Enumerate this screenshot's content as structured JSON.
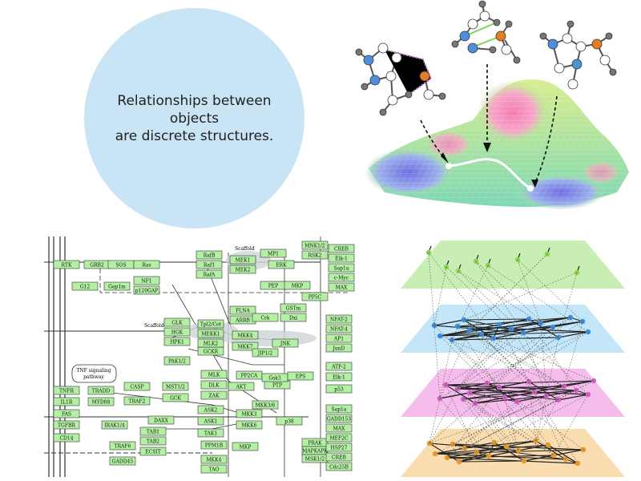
{
  "caption": {
    "line1": "Relationships between objects",
    "line2": "are discrete structures."
  },
  "pathway": {
    "tnf_note": [
      "TNF signaling",
      "pathway"
    ],
    "scaffold_labels": [
      "Scaffold",
      "Scaffold"
    ],
    "boxes": [
      {
        "label": "RTK"
      },
      {
        "label": "GRB2"
      },
      {
        "label": "SOS"
      },
      {
        "label": "Ras"
      },
      {
        "label": "RafB"
      },
      {
        "label": "Raf1"
      },
      {
        "label": "RafA"
      },
      {
        "label": "MEK1"
      },
      {
        "label": "MEK2"
      },
      {
        "label": "ERK"
      },
      {
        "label": "MP1"
      },
      {
        "label": "PEP"
      },
      {
        "label": "MKP"
      },
      {
        "label": "MNK1/2"
      },
      {
        "label": "RSK2"
      },
      {
        "label": "CREB"
      },
      {
        "label": "Elk-1"
      },
      {
        "label": "Sap1a"
      },
      {
        "label": "c-Myc"
      },
      {
        "label": "MAX"
      },
      {
        "label": "G12"
      },
      {
        "label": "Gap1m"
      },
      {
        "label": "NF1"
      },
      {
        "label": "p120GAP"
      },
      {
        "label": "GLK"
      },
      {
        "label": "HGK"
      },
      {
        "label": "HPK1"
      },
      {
        "label": "GCKR"
      },
      {
        "label": "PAK1/2"
      },
      {
        "label": "MEKK1"
      },
      {
        "label": "MLK2"
      },
      {
        "label": "Tpl2/Cot"
      },
      {
        "label": "MKK4"
      },
      {
        "label": "MKK7"
      },
      {
        "label": "JNK"
      },
      {
        "label": "JIP1/2"
      },
      {
        "label": "FLNA"
      },
      {
        "label": "ARRB"
      },
      {
        "label": "Crk"
      },
      {
        "label": "GSTm"
      },
      {
        "label": "Dxi"
      },
      {
        "label": "PP5C"
      },
      {
        "label": "NFAT-2"
      },
      {
        "label": "NFAT-4"
      },
      {
        "label": "AP1"
      },
      {
        "label": "JunD"
      },
      {
        "label": "TNFR"
      },
      {
        "label": "IL1R"
      },
      {
        "label": "FAS"
      },
      {
        "label": "TGFBR"
      },
      {
        "label": "CD14"
      },
      {
        "label": "TRADD"
      },
      {
        "label": "MYD88"
      },
      {
        "label": "IRAK1/4"
      },
      {
        "label": "CASP"
      },
      {
        "label": "TRAF2"
      },
      {
        "label": "TRAF6"
      },
      {
        "label": "DAXX"
      },
      {
        "label": "TAB1"
      },
      {
        "label": "TAB2"
      },
      {
        "label": "ECSIT"
      },
      {
        "label": "GADD45"
      },
      {
        "label": "MST1/2"
      },
      {
        "label": "GCK"
      },
      {
        "label": "MLK"
      },
      {
        "label": "DLK"
      },
      {
        "label": "ZAK"
      },
      {
        "label": "ASK2"
      },
      {
        "label": "ASK1"
      },
      {
        "label": "TAK1"
      },
      {
        "label": "MKK3"
      },
      {
        "label": "MKK6"
      },
      {
        "label": "PP2CA"
      },
      {
        "label": "PTP"
      },
      {
        "label": "p38"
      },
      {
        "label": "PRAK"
      },
      {
        "label": "MAPKAPK"
      },
      {
        "label": "MSK1/2"
      },
      {
        "label": "ATF-2"
      },
      {
        "label": "Elk-1"
      },
      {
        "label": "p53"
      },
      {
        "label": "Sap1a"
      },
      {
        "label": "GADD153"
      },
      {
        "label": "MAX"
      },
      {
        "label": "MEF2C"
      },
      {
        "label": "HSP27"
      },
      {
        "label": "CREB"
      },
      {
        "label": "Cdc25B"
      },
      {
        "label": "PPM1B"
      },
      {
        "label": "MKK4"
      },
      {
        "label": "TAO"
      },
      {
        "label": "AKT"
      },
      {
        "label": "Gsk3"
      },
      {
        "label": "MKK3/6"
      },
      {
        "label": "MKP"
      },
      {
        "label": "EPS"
      }
    ]
  },
  "colors": {
    "circle": "#c9e4f5",
    "pathway_box": "#b4f0a4",
    "layer_top": "#c3ecab",
    "layer_2": "#bde3f7",
    "layer_3": "#f4b6ea",
    "layer_bottom": "#f8d9a9",
    "atom_blue": "#4f8fd9",
    "atom_orange": "#e57d1f",
    "atom_white": "#ffffff",
    "atom_grey": "#777777"
  }
}
